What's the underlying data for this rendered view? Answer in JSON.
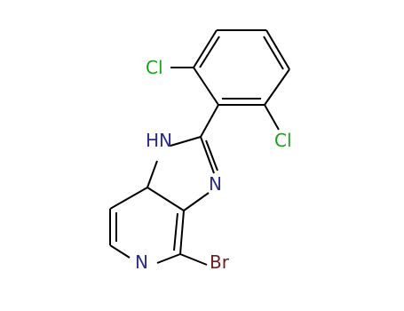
{
  "molecule": {
    "atoms": {
      "cl_top": {
        "symbol": "Cl",
        "color": "#1aa01a"
      },
      "cl_right": {
        "symbol": "Cl",
        "color": "#1aa01a"
      },
      "nh": {
        "symbol": "HN",
        "color": "#2b2b8c"
      },
      "n_imidazole": {
        "symbol": "N",
        "color": "#2b2b8c"
      },
      "n_pyridine": {
        "symbol": "N",
        "color": "#2b2b8c"
      },
      "br": {
        "symbol": "Br",
        "color": "#6b2020"
      }
    },
    "bond_color": "#000000"
  }
}
